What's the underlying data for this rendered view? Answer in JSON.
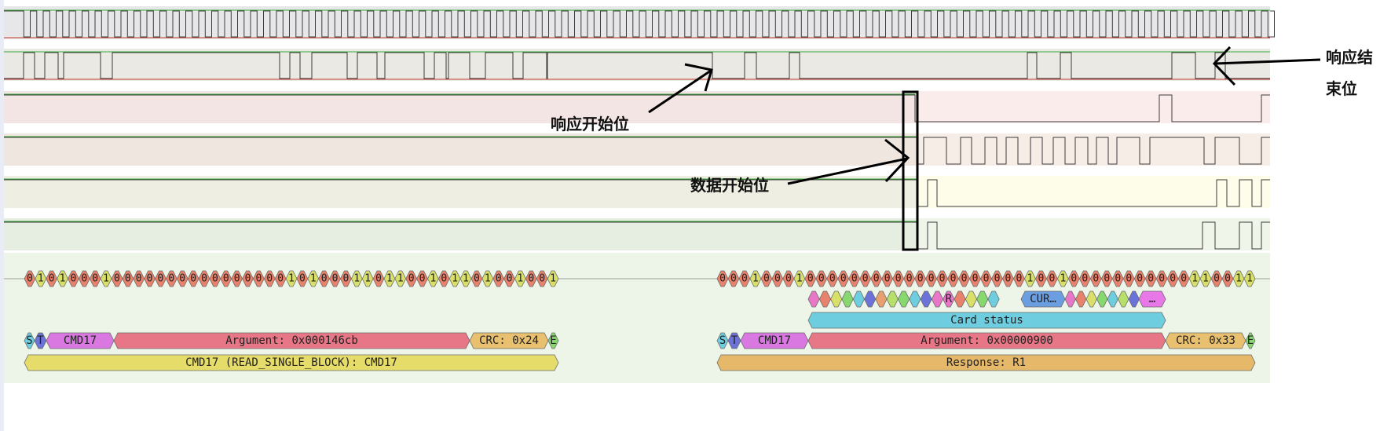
{
  "annotations": {
    "response_start": "响应开始位",
    "data_start": "数据开始位",
    "response_end_line1": "响应结",
    "response_end_line2": "束位"
  },
  "decoder": {
    "left": {
      "bits": "0101000100000000000000001010001101100101101001001",
      "st": [
        "S",
        "T"
      ],
      "cmd": "CMD17",
      "argument": "Argument: 0x000146cb",
      "crc": "CRC: 0x24",
      "end": "E",
      "summary": "CMD17 (READ_SINGLE_BLOCK): CMD17"
    },
    "right": {
      "bits": "0001000100000000000000000000100100000000000110011",
      "status_r": "R",
      "status_cur": "CUR…",
      "status_more": "…",
      "card_status": "Card status",
      "st": [
        "S",
        "T"
      ],
      "cmd": "CMD17",
      "argument": "Argument: 0x00000900",
      "crc": "CRC: 0x33",
      "end": "E",
      "summary": "Response: R1"
    }
  },
  "colors": {
    "bit0": "#e8826c",
    "bit1": "#d8e06a",
    "start": "#6fcde0",
    "transmission": "#6b73d8",
    "command": "#d878e0",
    "argument": "#e77786",
    "crc": "#e8c070",
    "endbit": "#88d870",
    "summary_cmd": "#e6dc6a",
    "summary_resp": "#e6b86a",
    "card_status": "#6fcde0",
    "signal": "#c0392b",
    "marker_green": "#39a939"
  }
}
